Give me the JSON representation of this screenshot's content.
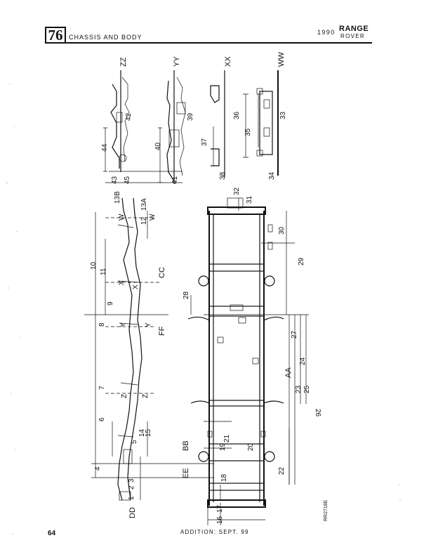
{
  "header": {
    "section_number": "76",
    "section_title": "CHASSIS AND BODY",
    "year": "1990",
    "model_line1": "RANGE",
    "model_line2": "ROVER"
  },
  "footer": {
    "page_number": "64",
    "edition": "ADDITION: SEPT. 99"
  },
  "diagram": {
    "reference": "RR2718E",
    "section_labels": [
      "ZZ",
      "YY",
      "XX",
      "WW",
      "CC",
      "FF",
      "AA",
      "BB",
      "EE",
      "DD"
    ],
    "cut_labels": [
      "W",
      "W",
      "X",
      "X",
      "Y",
      "Y",
      "Z",
      "Z"
    ],
    "callouts": [
      "1",
      "2",
      "3",
      "4",
      "5",
      "6",
      "7",
      "8",
      "9",
      "10",
      "11",
      "12",
      "13A",
      "13B",
      "14",
      "15",
      "16",
      "17",
      "18",
      "19",
      "20",
      "21",
      "22",
      "23",
      "24",
      "25",
      "26",
      "27",
      "28",
      "29",
      "30",
      "31",
      "32",
      "33",
      "34",
      "35",
      "36",
      "37",
      "38",
      "39",
      "40",
      "41",
      "42",
      "43",
      "44",
      "45"
    ]
  }
}
